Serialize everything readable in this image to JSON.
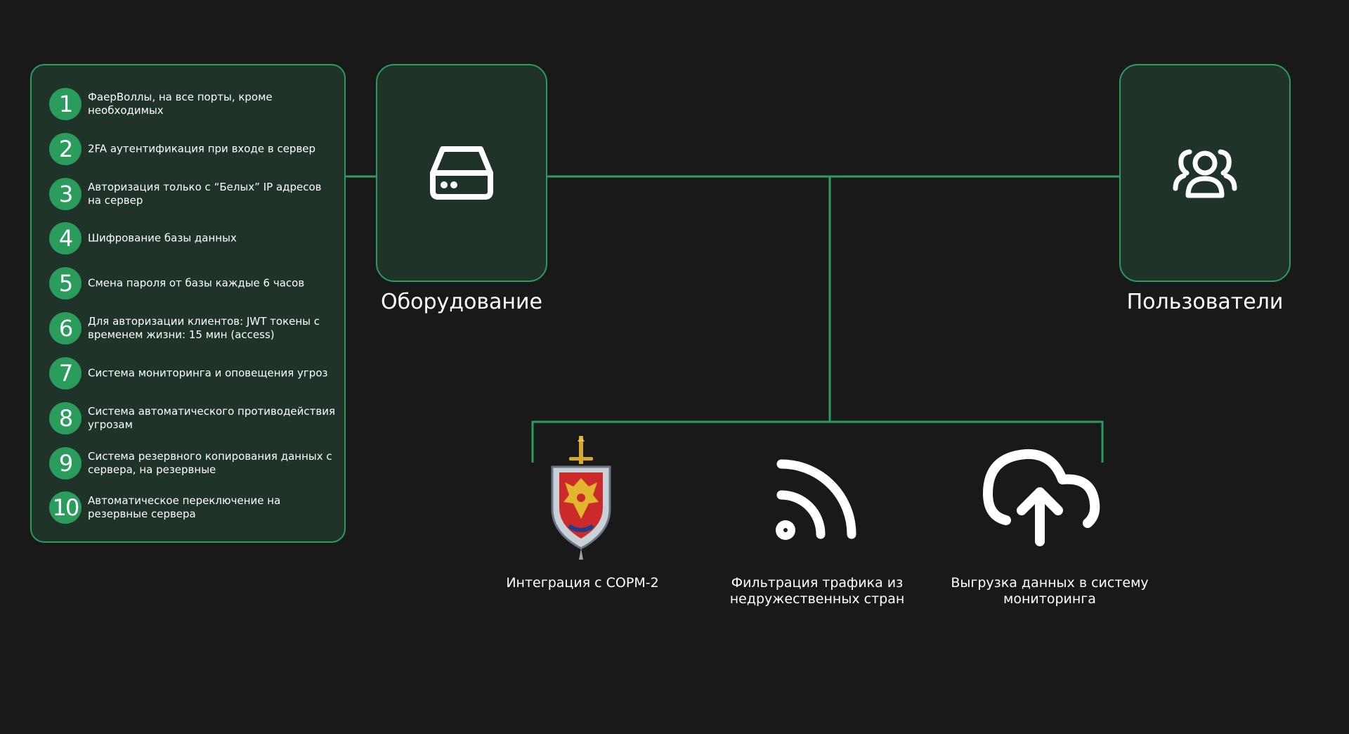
{
  "colors": {
    "background": "#191919",
    "accent": "#2a9d5c",
    "box_fill": "#1f3328",
    "text": "#ffffff"
  },
  "security_measures": [
    {
      "number": "1",
      "text": "ФаерВоллы, на все порты, кроме необходимых"
    },
    {
      "number": "2",
      "text": "2FA аутентификация при входе в сервер"
    },
    {
      "number": "3",
      "text": "Авторизация только с “Белых” IP адресов на сервер"
    },
    {
      "number": "4",
      "text": "Шифрование базы данных"
    },
    {
      "number": "5",
      "text": "Смена пароля от базы каждые 6 часов"
    },
    {
      "number": "6",
      "text": "Для авторизации клиентов: JWT токены с временем жизни: 15 мин (access)"
    },
    {
      "number": "7",
      "text": "Система мониторинга и оповещения угроз"
    },
    {
      "number": "8",
      "text": "Система автоматического противодействия угрозам"
    },
    {
      "number": "9",
      "text": "Система резервного копирования данных с сервера, на резервные"
    },
    {
      "number": "10",
      "text": "Автоматическое переключение на резервные сервера"
    }
  ],
  "nodes": {
    "equipment": {
      "label": "Оборудование",
      "icon": "server-icon"
    },
    "users": {
      "label": "Пользователи",
      "icon": "users-icon"
    }
  },
  "services": [
    {
      "label": "Интеграция с СОРМ-2",
      "icon": "fsb-emblem-icon"
    },
    {
      "label": "Фильтрация трафика из недружественных стран",
      "icon": "rss-feed-icon"
    },
    {
      "label": "Выгрузка данных в систему мониторинга",
      "icon": "cloud-upload-icon"
    }
  ]
}
